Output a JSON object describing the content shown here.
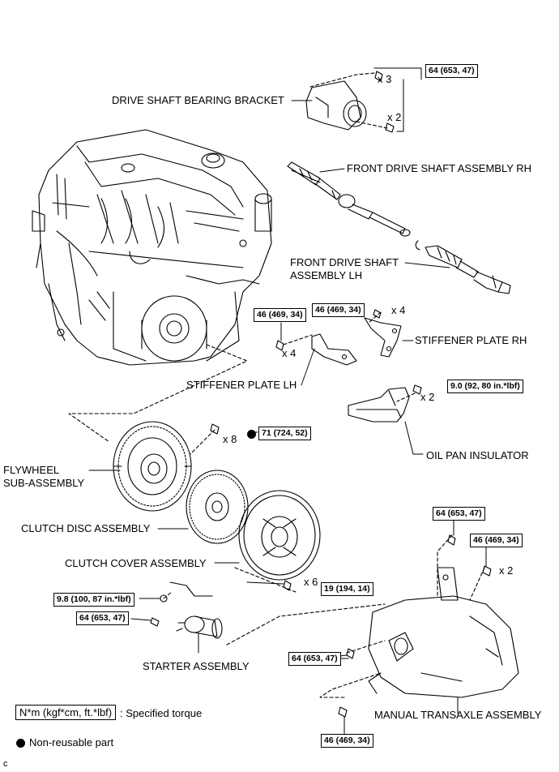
{
  "labels": {
    "bearing_bracket": "DRIVE SHAFT BEARING BRACKET",
    "front_shaft_rh": "FRONT DRIVE SHAFT ASSEMBLY RH",
    "front_shaft_lh_1": "FRONT DRIVE SHAFT",
    "front_shaft_lh_2": "ASSEMBLY LH",
    "stiffener_rh": "STIFFENER PLATE RH",
    "stiffener_lh": "STIFFENER PLATE LH",
    "oil_pan_insulator": "OIL PAN INSULATOR",
    "flywheel_1": "FLYWHEEL",
    "flywheel_2": "SUB-ASSEMBLY",
    "clutch_disc": "CLUTCH DISC ASSEMBLY",
    "clutch_cover": "CLUTCH COVER ASSEMBLY",
    "starter": "STARTER ASSEMBLY",
    "transaxle": "MANUAL TRANSAXLE ASSEMBLY"
  },
  "torques": {
    "bracket": "64 (653, 47)",
    "stiffener_lh": "46 (469, 34)",
    "stiffener_rh": "46 (469, 34)",
    "oil_pan": "9.0 (92, 80 in.*lbf)",
    "flywheel": "71 (724, 52)",
    "clutch_cover": "19 (194, 14)",
    "wire_nut": "9.8 (100, 87 in.*lbf)",
    "starter": "64 (653, 47)",
    "transaxle_top": "64 (653, 47)",
    "transaxle_right": "46 (469, 34)",
    "transaxle_mid": "64 (653, 47)",
    "transaxle_bottom": "46 (469, 34)"
  },
  "quantities": {
    "bracket_top": "x 3",
    "bracket_bottom": "x 2",
    "stiffener_rh": "x 4",
    "stiffener_lh": "x 4",
    "oil_pan": "x 2",
    "flywheel": "x 8",
    "clutch_cover": "x 6",
    "transaxle_right": "x 2"
  },
  "legend": {
    "torque_units": "N*m (kgf*cm, ft.*lbf)",
    "torque_desc": ": Specified torque",
    "nonreusable": "Non-reusable part",
    "corner_code": "c"
  }
}
